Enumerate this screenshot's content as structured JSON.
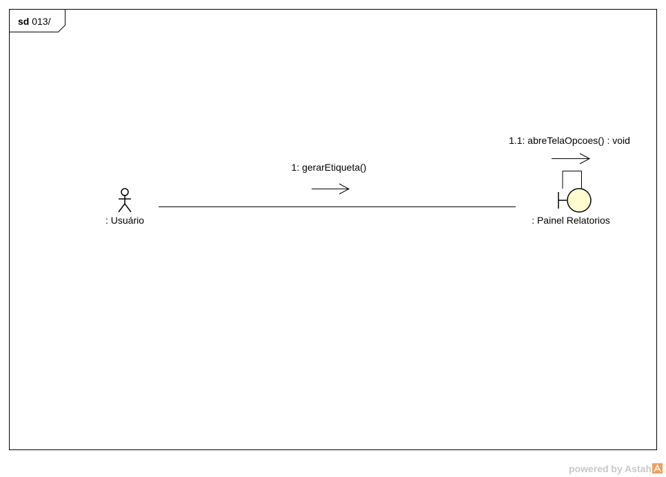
{
  "frame": {
    "keyword": "sd",
    "name": "013/"
  },
  "lifelines": {
    "actor": {
      "label": ": Usuário"
    },
    "boundary": {
      "label": ": Painel Relatorios"
    }
  },
  "messages": [
    {
      "label": "1: gerarEtiqueta()"
    },
    {
      "label": "1.1: abreTelaOpcoes() : void"
    }
  ],
  "watermark": {
    "text": "powered by Astah"
  },
  "colors": {
    "boundary_fill": "#fffdd0",
    "line": "#000000",
    "watermark": "#c8c8c8",
    "logo_accent": "#f0a060"
  }
}
